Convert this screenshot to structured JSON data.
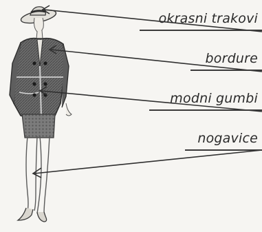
{
  "labels": {
    "hat": "okrasni trakovi",
    "jacket": "bordure",
    "buttons": "modni gumbi",
    "legs": "nogavice"
  }
}
